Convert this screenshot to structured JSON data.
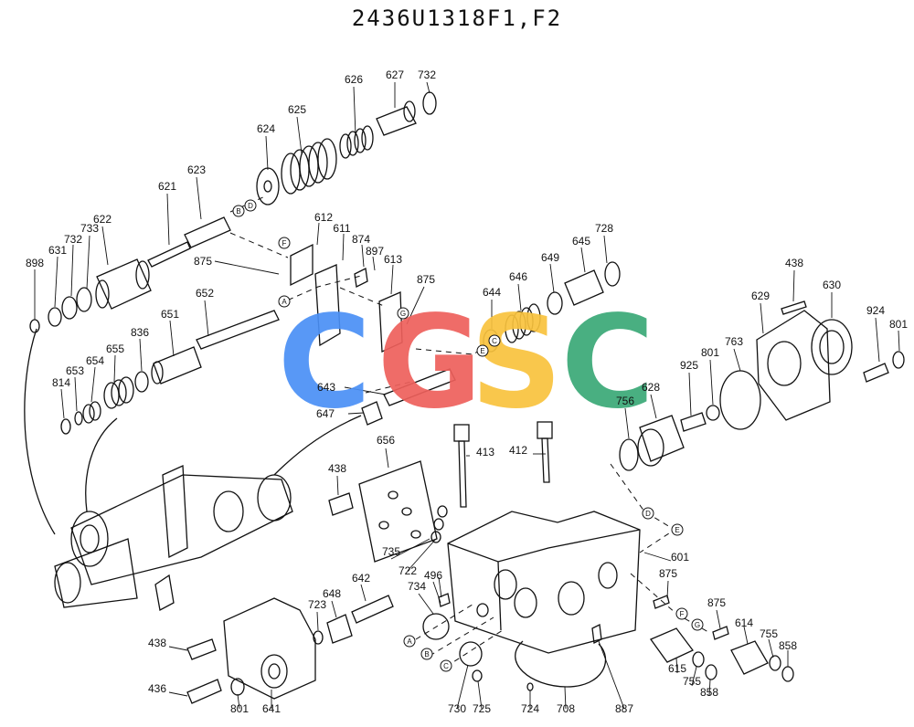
{
  "title": "2436U1318F1,F2",
  "watermark": {
    "letters": [
      "C",
      "G",
      "S",
      "C"
    ],
    "colors": [
      "#4a8ff5",
      "#ee5f5b",
      "#f8c23d",
      "#3aa876"
    ]
  },
  "part_labels": [
    "626",
    "627",
    "732",
    "625",
    "624",
    "623",
    "621",
    "622",
    "733",
    "732",
    "631",
    "898",
    "875",
    "612",
    "611",
    "874",
    "897",
    "613",
    "875",
    "646",
    "649",
    "645",
    "728",
    "644",
    "652",
    "651",
    "836",
    "655",
    "654",
    "653",
    "814",
    "643",
    "647",
    "438",
    "629",
    "630",
    "924",
    "801",
    "763",
    "801",
    "925",
    "756",
    "628",
    "656",
    "413",
    "412",
    "438",
    "735",
    "722",
    "496",
    "734",
    "642",
    "648",
    "723",
    "601",
    "875",
    "875",
    "614",
    "755",
    "858",
    "615",
    "755",
    "858",
    "438",
    "436",
    "801",
    "641",
    "730",
    "725",
    "724",
    "708",
    "887"
  ],
  "circle_letters": [
    "B",
    "D",
    "F",
    "A",
    "G",
    "C",
    "E",
    "D",
    "E",
    "F",
    "G",
    "A",
    "B",
    "C"
  ]
}
